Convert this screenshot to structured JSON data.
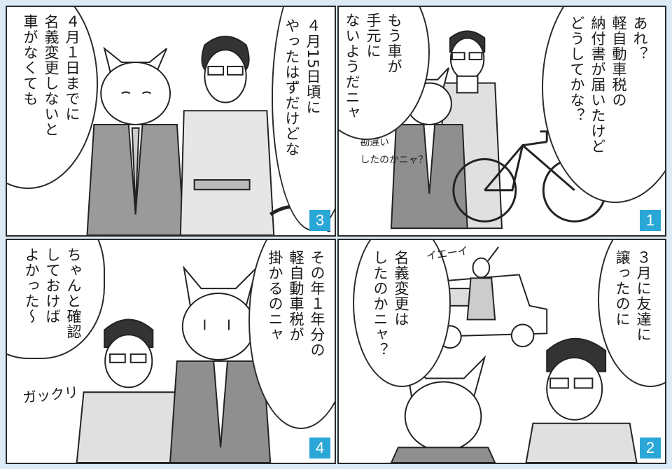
{
  "panels": {
    "p1": {
      "number": "1",
      "speech_man": "あれ？\n軽自動車税の\n納付書が届いたけど\nどうしてかな？",
      "speech_cat": "もう車が\n手元に\nないようだニャ",
      "note": "自転車と\n勘違い\nしたのかニャ？"
    },
    "p2": {
      "number": "2",
      "speech_man": "３月に友達に\n譲ったのに",
      "speech_cat": "名義変更は\nしたのかニャ？",
      "sfx": "イエーイ"
    },
    "p3": {
      "number": "3",
      "speech_man": "４月15日頃に\nやったはずだけどな",
      "speech_cat": "４月１日までに\n名義変更しないと\n車がなくても"
    },
    "p4": {
      "number": "4",
      "speech_cat": "その年１年分の\n軽自動車税が\n掛かるのニャ",
      "speech_man": "ちゃんと確認\nしておけば\nよかった〜",
      "sfx": "ガックリ"
    }
  },
  "colors": {
    "page_bg": "#dbeaf4",
    "panel_border": "#2b2b2b",
    "number_badge": "#2aa7d6"
  }
}
